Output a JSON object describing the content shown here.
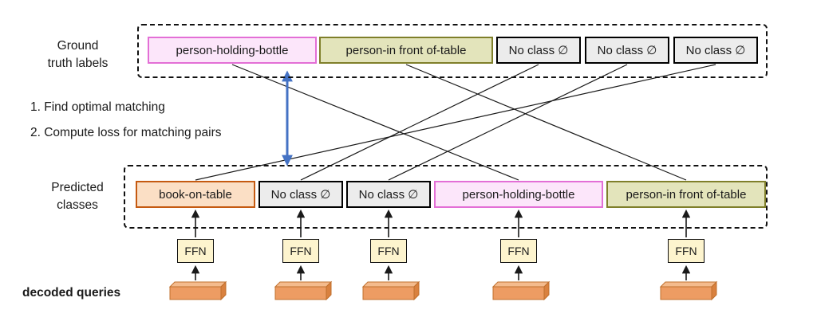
{
  "side_labels": {
    "ground_truth": "Ground\ntruth labels",
    "predicted": "Predicted\nclasses",
    "decoded_queries": "decoded queries"
  },
  "steps": {
    "step1": "1. Find optimal matching",
    "step2": "2. Compute loss for matching pairs"
  },
  "ground_truth_labels": [
    {
      "label": "person-holding-bottle"
    },
    {
      "label": "person-in front of-table"
    },
    {
      "label": "No class ∅"
    },
    {
      "label": "No class ∅"
    },
    {
      "label": "No class ∅"
    }
  ],
  "predicted_classes": [
    {
      "label": "book-on-table"
    },
    {
      "label": "No class ∅"
    },
    {
      "label": "No class ∅"
    },
    {
      "label": "person-holding-bottle"
    },
    {
      "label": "person-in front of-table"
    }
  ],
  "ffn_label": "FFN",
  "colors": {
    "pink_border": "#E36FD6",
    "pink_fill": "#FCE6FA",
    "olive_border": "#7F7F2A",
    "olive_fill": "#E3E4BB",
    "gray_border": "#000000",
    "gray_fill": "#ECECEC",
    "orange_border": "#C55A11",
    "orange_fill": "#FBDFC5",
    "ffn_fill": "#FDF4CE",
    "query_fill": "#ED9C63",
    "matching_arrow_blue": "#4472C4",
    "line_black": "#1A1A1A"
  }
}
